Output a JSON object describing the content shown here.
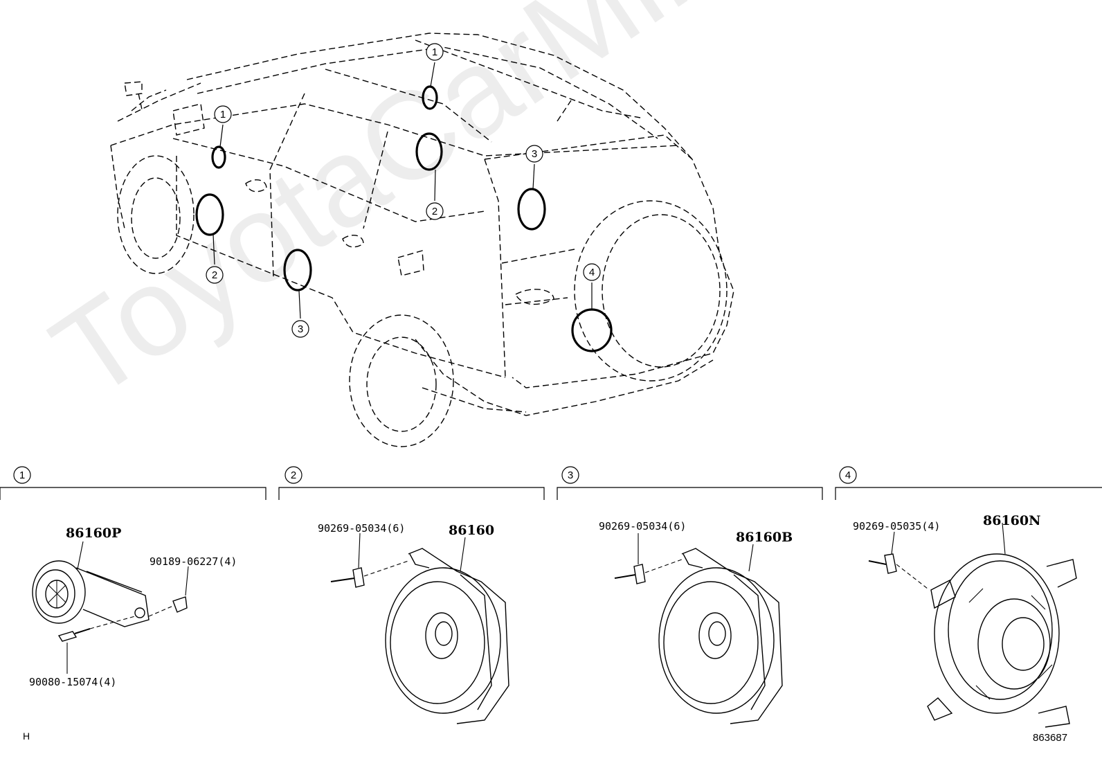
{
  "watermark": "ToyotaCarMine.ru",
  "callouts": {
    "c1": "1",
    "c2": "2",
    "c3": "3",
    "c4": "4"
  },
  "sections": [
    {
      "num": "1",
      "main_part": "86160P",
      "sub_parts": [
        "90189-06227(4)",
        "90080-15074(4)"
      ]
    },
    {
      "num": "2",
      "main_part": "86160",
      "sub_parts": [
        "90269-05034(6)"
      ]
    },
    {
      "num": "3",
      "main_part": "86160B",
      "sub_parts": [
        "90269-05034(6)"
      ]
    },
    {
      "num": "4",
      "main_part": "86160N",
      "sub_parts": [
        "90269-05035(4)"
      ]
    }
  ],
  "footer": {
    "left_code": "H",
    "right_code": "863687"
  }
}
